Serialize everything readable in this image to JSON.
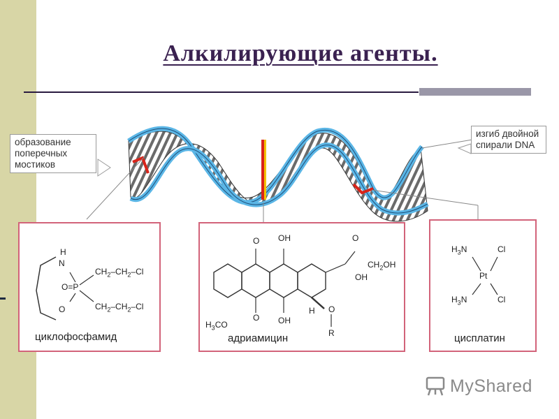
{
  "slide": {
    "title": "Алкилирующие агенты."
  },
  "diagram": {
    "callout_left": "образование поперечных мостиков",
    "callout_right": "изгиб двойной спирали DNA",
    "boxes": [
      {
        "label": "циклофосфамид",
        "atoms": {
          "h": "H",
          "n": "N",
          "o_eq": "O=P",
          "o": "O",
          "ch2a": "CH",
          "ch2b": "CH",
          "cl1": "Cl",
          "cl2": "Cl",
          "sub2": "2"
        }
      },
      {
        "label": "адриамицин",
        "atoms": {
          "o_top": "O",
          "oh_top": "OH",
          "o_ket": "O",
          "oh_side": "OH",
          "ch2oh": "CH",
          "ch2oh_tail": "OH",
          "h3co": "H",
          "h3co_tail": "CO",
          "o_bot": "O",
          "oh_bot": "OH",
          "h": "H",
          "o_link": "O",
          "r": "R",
          "sub3": "3",
          "sub2": "2"
        }
      },
      {
        "label": "цисплатин",
        "atoms": {
          "h3n_top": "H",
          "h3n_bot": "H",
          "n": "N",
          "sub3": "3",
          "pt": "Pt",
          "cl1": "Cl",
          "cl2": "Cl"
        }
      }
    ]
  },
  "watermark": {
    "text": "MyShared"
  },
  "colors": {
    "sidebar": "#d8d6a6",
    "title": "#3a2150",
    "box_border": "#d2637a",
    "helix_blue": "#5bb6e6",
    "crosslink_red": "#d8241a"
  }
}
